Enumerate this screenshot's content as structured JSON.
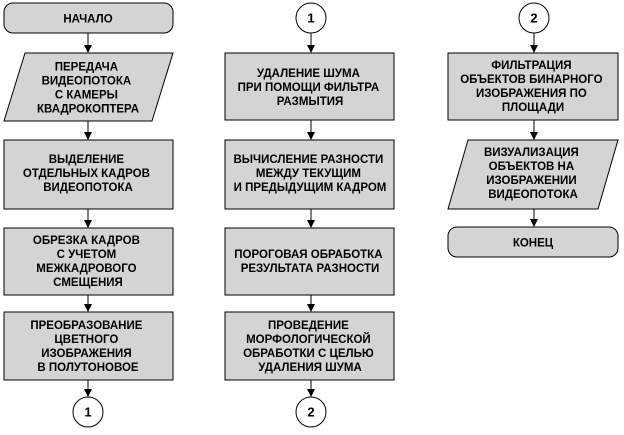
{
  "flowchart": {
    "col1": {
      "start": "НАЧАЛО",
      "transmit": [
        "ПЕРЕДАЧА",
        "ВИДЕОПОТОКА",
        "С КАМЕРЫ",
        "КВАДРОКОПТЕРА"
      ],
      "extract": [
        "ВЫДЕЛЕНИЕ",
        "ОТДЕЛЬНЫХ КАДРОВ",
        "ВИДЕОПОТОКА"
      ],
      "crop": [
        "ОБРЕЗКА КАДРОВ",
        "С УЧЕТОМ",
        "МЕЖКАДРОВОГО",
        "СМЕЩЕНИЯ"
      ],
      "convert": [
        "ПРЕОБРАЗОВАНИЕ",
        "ЦВЕТНОГО",
        "ИЗОБРАЖЕНИЯ",
        "В ПОЛУТОНОВОЕ"
      ],
      "connector_out": "1"
    },
    "col2": {
      "connector_in": "1",
      "denoise": [
        "УДАЛЕНИЕ ШУМА",
        "ПРИ ПОМОЩИ ФИЛЬТРА",
        "РАЗМЫТИЯ"
      ],
      "difference": [
        "ВЫЧИСЛЕНИЕ РАЗНОСТИ",
        "МЕЖДУ ТЕКУЩИМ",
        "И ПРЕДЫДУЩИМ КАДРОМ"
      ],
      "threshold": [
        "ПОРОГОВАЯ ОБРАБОТКА",
        "РЕЗУЛЬТАТА РАЗНОСТИ"
      ],
      "morph": [
        "ПРОВЕДЕНИЕ",
        "МОРФОЛОГИЧЕСКОЙ",
        "ОБРАБОТКИ С ЦЕЛЬЮ",
        "УДАЛЕНИЯ ШУМА"
      ],
      "connector_out": "2"
    },
    "col3": {
      "connector_in": "2",
      "filter": [
        "ФИЛЬТРАЦИЯ",
        "ОБЪЕКТОВ БИНАРНОГО",
        "ИЗОБРАЖЕНИЯ ПО",
        "ПЛОЩАДИ"
      ],
      "visualize": [
        "ВИЗУАЛИЗАЦИЯ",
        "ОБЪЕКТОВ НА",
        "ИЗОБРАЖЕНИИ",
        "ВИДЕОПОТОКА"
      ],
      "end": "КОНЕЦ"
    }
  }
}
